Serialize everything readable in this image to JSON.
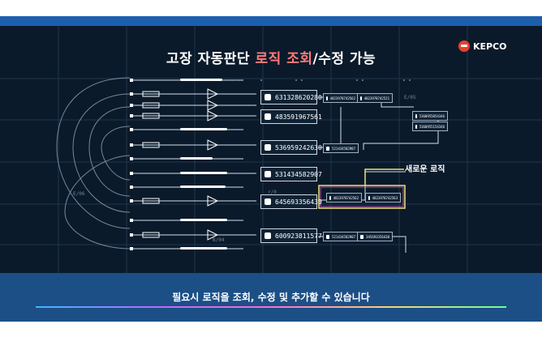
{
  "header": {
    "title_part1": "고장 자동판단 ",
    "title_highlight": "로직 조회",
    "title_part2": "/수정 가능"
  },
  "logo": {
    "text": "KEPCO",
    "icon": "kepco-logo-icon"
  },
  "diagram": {
    "node_ids": [
      "631328620280",
      "483591967561",
      "536959242630",
      "531434582907",
      "645693356430",
      "600923811577"
    ],
    "callout_label": "새로운 로직",
    "grid_labels": [
      "E/05",
      "E/06",
      "r/0",
      "B/04"
    ],
    "small_node_ids": [
      "4823978742562",
      "4823978742521",
      "5360955054346",
      "5360955154346",
      "521434582907",
      "4823978742562",
      "4823978742563",
      "521434582907",
      "345693356430"
    ]
  },
  "caption": {
    "text": "필요시 로직을 조회, 수정 및 추가할 수 있습니다"
  },
  "colors": {
    "accent_blue": "#1c5fae",
    "caption_bg": "#1b4f86",
    "highlight_red": "#ff7a7a",
    "new_logic_yellow": "#f0e07a",
    "new_logic_pink": "#ff6bd0"
  }
}
